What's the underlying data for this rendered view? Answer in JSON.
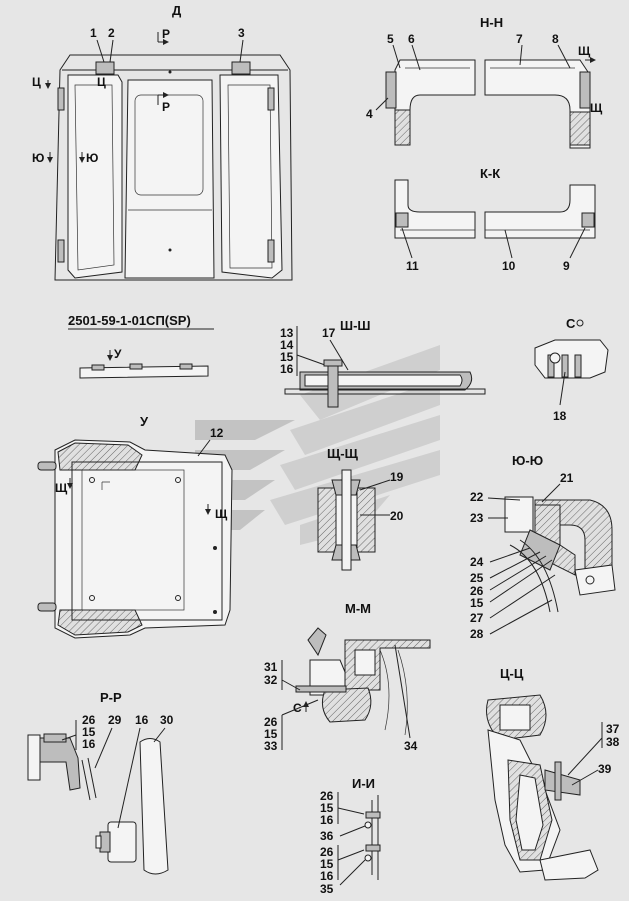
{
  "document_code": "2501-59-1-01СП(SP)",
  "views": {
    "d": {
      "title": "Д",
      "section_marks": [
        "Р",
        "Ц",
        "Ц",
        "Р",
        "Ю",
        "Ю"
      ],
      "callouts": [
        "1",
        "2",
        "3"
      ]
    },
    "hh": {
      "title": "Н-Н",
      "callouts": [
        "4",
        "5",
        "6",
        "7",
        "8"
      ],
      "marks": [
        "Щ",
        "Щ"
      ]
    },
    "kk": {
      "title": "К-К",
      "callouts": [
        "9",
        "10",
        "11"
      ]
    },
    "u_small": {
      "mark": "У"
    },
    "shsh": {
      "title": "Ш-Ш",
      "callouts": [
        "13",
        "14",
        "15",
        "16",
        "17"
      ]
    },
    "c": {
      "title": "С",
      "callouts": [
        "18"
      ]
    },
    "u": {
      "title": "У",
      "callouts": [
        "12"
      ],
      "marks": [
        "Щ",
        "Щ"
      ]
    },
    "shch": {
      "title": "Щ-Щ",
      "callouts": [
        "19",
        "20"
      ]
    },
    "yuyu": {
      "title": "Ю-Ю",
      "callouts": [
        "21",
        "22",
        "23",
        "24",
        "25",
        "26",
        "15",
        "27",
        "28"
      ]
    },
    "mm": {
      "title": "М-М",
      "callouts": [
        "31",
        "32",
        "26",
        "15",
        "33",
        "34"
      ],
      "mark": "С"
    },
    "pp": {
      "title": "Р-Р",
      "callouts": [
        "26",
        "15",
        "16",
        "29",
        "16",
        "30"
      ]
    },
    "ii": {
      "title": "И-И",
      "callouts": [
        "26",
        "15",
        "16",
        "36",
        "26",
        "15",
        "16",
        "35"
      ]
    },
    "cc": {
      "title": "Ц-Ц",
      "callouts": [
        "37",
        "38",
        "39"
      ]
    }
  }
}
